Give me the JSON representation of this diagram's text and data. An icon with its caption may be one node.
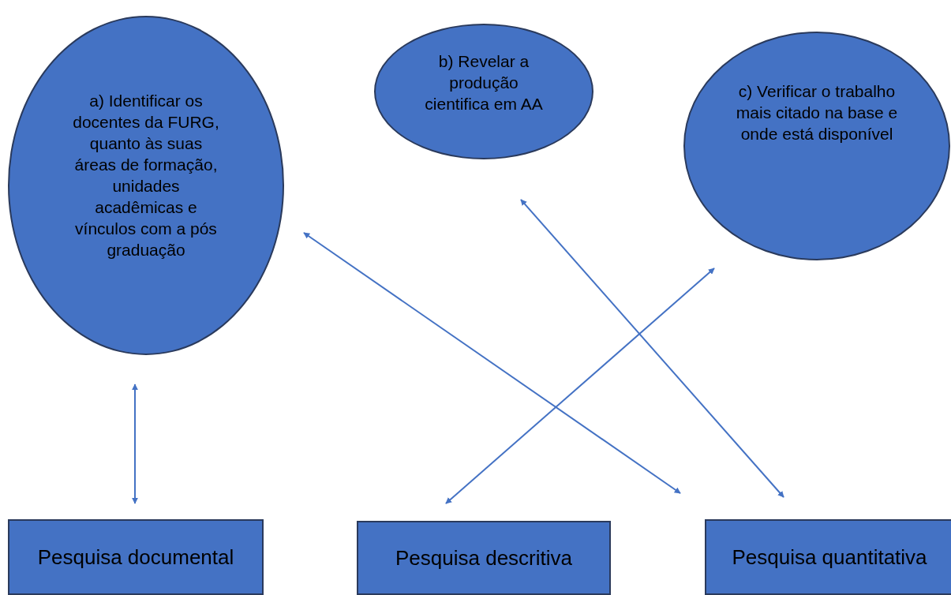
{
  "diagram": {
    "nodes": [
      {
        "text": [
          "a) Identificar os docentes da FURG, quanto às suas áreas de formação, unidades acadêmicas e vínculos com a pós graduação"
        ]
      },
      {
        "text": [
          "b) Revelar a produção cientifica em AA"
        ]
      },
      {
        "text": [
          "c) Verificar o trabalho mais citado na base e onde está disponível"
        ]
      },
      {
        "text": [
          "Pesquisa documental"
        ]
      },
      {
        "text": [
          "Pesquisa descritiva"
        ]
      },
      {
        "text": [
          "Pesquisa quantitativa"
        ]
      }
    ],
    "edges": [
      {
        "from": 0,
        "to": 3,
        "arrow": "both"
      },
      {
        "from": 0,
        "to": 5,
        "arrow": "both"
      },
      {
        "from": 1,
        "to": 5,
        "arrow": "both"
      },
      {
        "from": 2,
        "to": 4,
        "arrow": "both"
      }
    ]
  }
}
